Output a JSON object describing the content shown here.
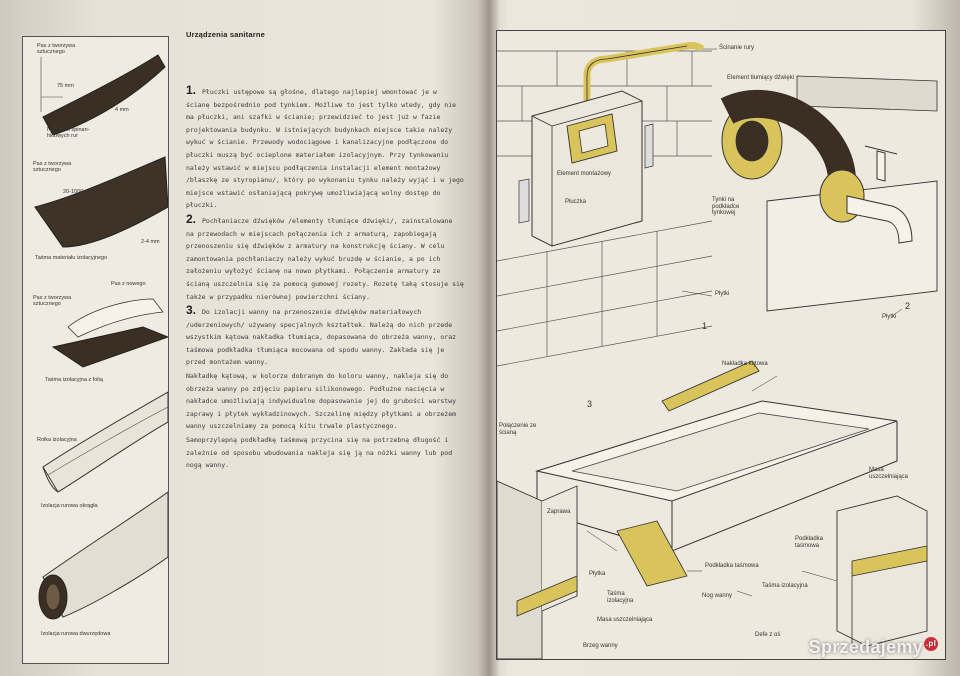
{
  "left_page": {
    "heading": "Urządzenia sanitarne",
    "strip_captions": [
      "Pas z tworzywa sztucznego",
      "75 mm",
      "4 mm",
      "Nawój do spinan- hicowych rur",
      "Pas z tworzywa sztucznego",
      "20-1000 mm",
      "2-4 mm",
      "Taśma materiału izolacyjnego",
      "Pas z tworzywa sztucznego",
      "Pas z nowego",
      "Taśma izolacyjna z folią",
      "Rolka izolacyjna",
      "Izolacja rurowa okrągła",
      "Izolacja rurowa dwurzędowa"
    ],
    "paragraphs": [
      {
        "num": "1.",
        "text": "Płuczki ustępowe są głośne, dlatego najlepiej wmontować je w ścianę bezpośrednio pod tynkiem. Możliwe to jest tylko wtedy, gdy nie ma płuczki, ani szafki w ścianie; przewidzieć to jest już w fazie projektowania budynku. W istniejących budynkach miejsce takie należy wykuć w ścianie. Przewody wodociągowe i kanalizacyjne podłączone do płuczki muszą być ocieplone materiałem izolacyjnym. Przy tynkowaniu należy wstawić w miejscu podłączenia instalacji element montażowy /blaszkę ze styropianu/, który po wykonaniu tynku należy wyjąć i w jego miejsce wstawić osłaniającą pokrywę umożliwiającą wolny dostęp do płuczki."
      },
      {
        "num": "2.",
        "text": "Pochłaniacze dźwięków /elementy tłumiące dźwięki/, zainstalowane na przewodach w miejscach połączenia ich z armaturą, zapobiegają przenoszeniu się dźwięków z armatury na konstrukcję ściany. W celu zamontowania pochłaniaczy należy wykuć bruzdę w ścianie, a po ich założeniu wyłożyć ścianę na nowo płytkami. Połączenie armatury ze ścianą uszczelnia się za pomocą gumowej rozety. Rozetę taką stosuje się także w przypadku nierównej powierzchni ściany."
      },
      {
        "num": "3.",
        "text": "Do izolacji wanny na przenoszenie dźwięków materiałowych /uderzeniowych/ używany specjalnych kształtek. Należą do nich przede wszystkim kątowa nakładka tłumiąca, dopasowana do obrzeża wanny, oraz taśmowa podkładka tłumiąca mocowana od spodu wanny. Zakłada się je przed montażem wanny."
      },
      {
        "num": "",
        "text": "Nakładkę kątową, w kolorze dobranym do koloru wanny, nakleja się do obrzeża wanny po zdjęciu papieru silikonowego. Podłużne nacięcia w nakładce umożliwiają indywidualne dopasowanie jej do grubości warstwy zaprawy i płytek wykładzinowych. Szczelinę między płytkami a obrzeżem wanny uszczelniamy za pomocą kitu trwale plastycznego."
      },
      {
        "num": "",
        "text": "Samoprzylepną podkładkę taśmową przycina się na potrzebną długość i zależnie od sposobu wbudowania nakleja się ją na nóżki wanny lub pod nogą wanny."
      }
    ]
  },
  "right_page": {
    "labels": {
      "sciance_rury": "Ścinanie rury",
      "element_tlumiacy": "Element tłumiący dźwięki",
      "element_montazowy": "Element montażowy",
      "pluczka": "Płuczka",
      "tynki_podkladka": "Tynki na podkładce tynkowej",
      "plytki_1": "Płytki",
      "plytki_2": "Płytki",
      "nakladka_katowa": "Nakładka kątowa",
      "polaczenie_sciana": "Połączenie ze ścianą",
      "zaprawa": "Zaprawa",
      "plytka": "Płytka",
      "tasma_izolacyjna_1": "Taśma izolacyjna",
      "masa_uszczelniajaca_1": "Masa uszczelniająca",
      "brzeg_wanny": "Brzeg wanny",
      "podkladka_tasmowa_1": "Podkładka taśmowa",
      "nog_wanny": "Nog wanny",
      "masa_uszczelniajaca_2": "Masa uszczelniająca",
      "podkladka_tasmowa_2": "Podkładka taśmowa",
      "tasma_izolacyjna_2": "Taśma izolacyjna",
      "clipped_text": "Defe z oś"
    },
    "figure_numbers": [
      "1",
      "2",
      "3"
    ]
  },
  "watermark": {
    "text": "Sprzedajemy",
    "suffix": ".pl"
  },
  "colors": {
    "paper": "#ebe6dc",
    "ink": "#2e2e2e",
    "accent_yellow": "#d8c45a",
    "accent_dark": "#3a2f22",
    "watermark_red": "#d5303a"
  }
}
